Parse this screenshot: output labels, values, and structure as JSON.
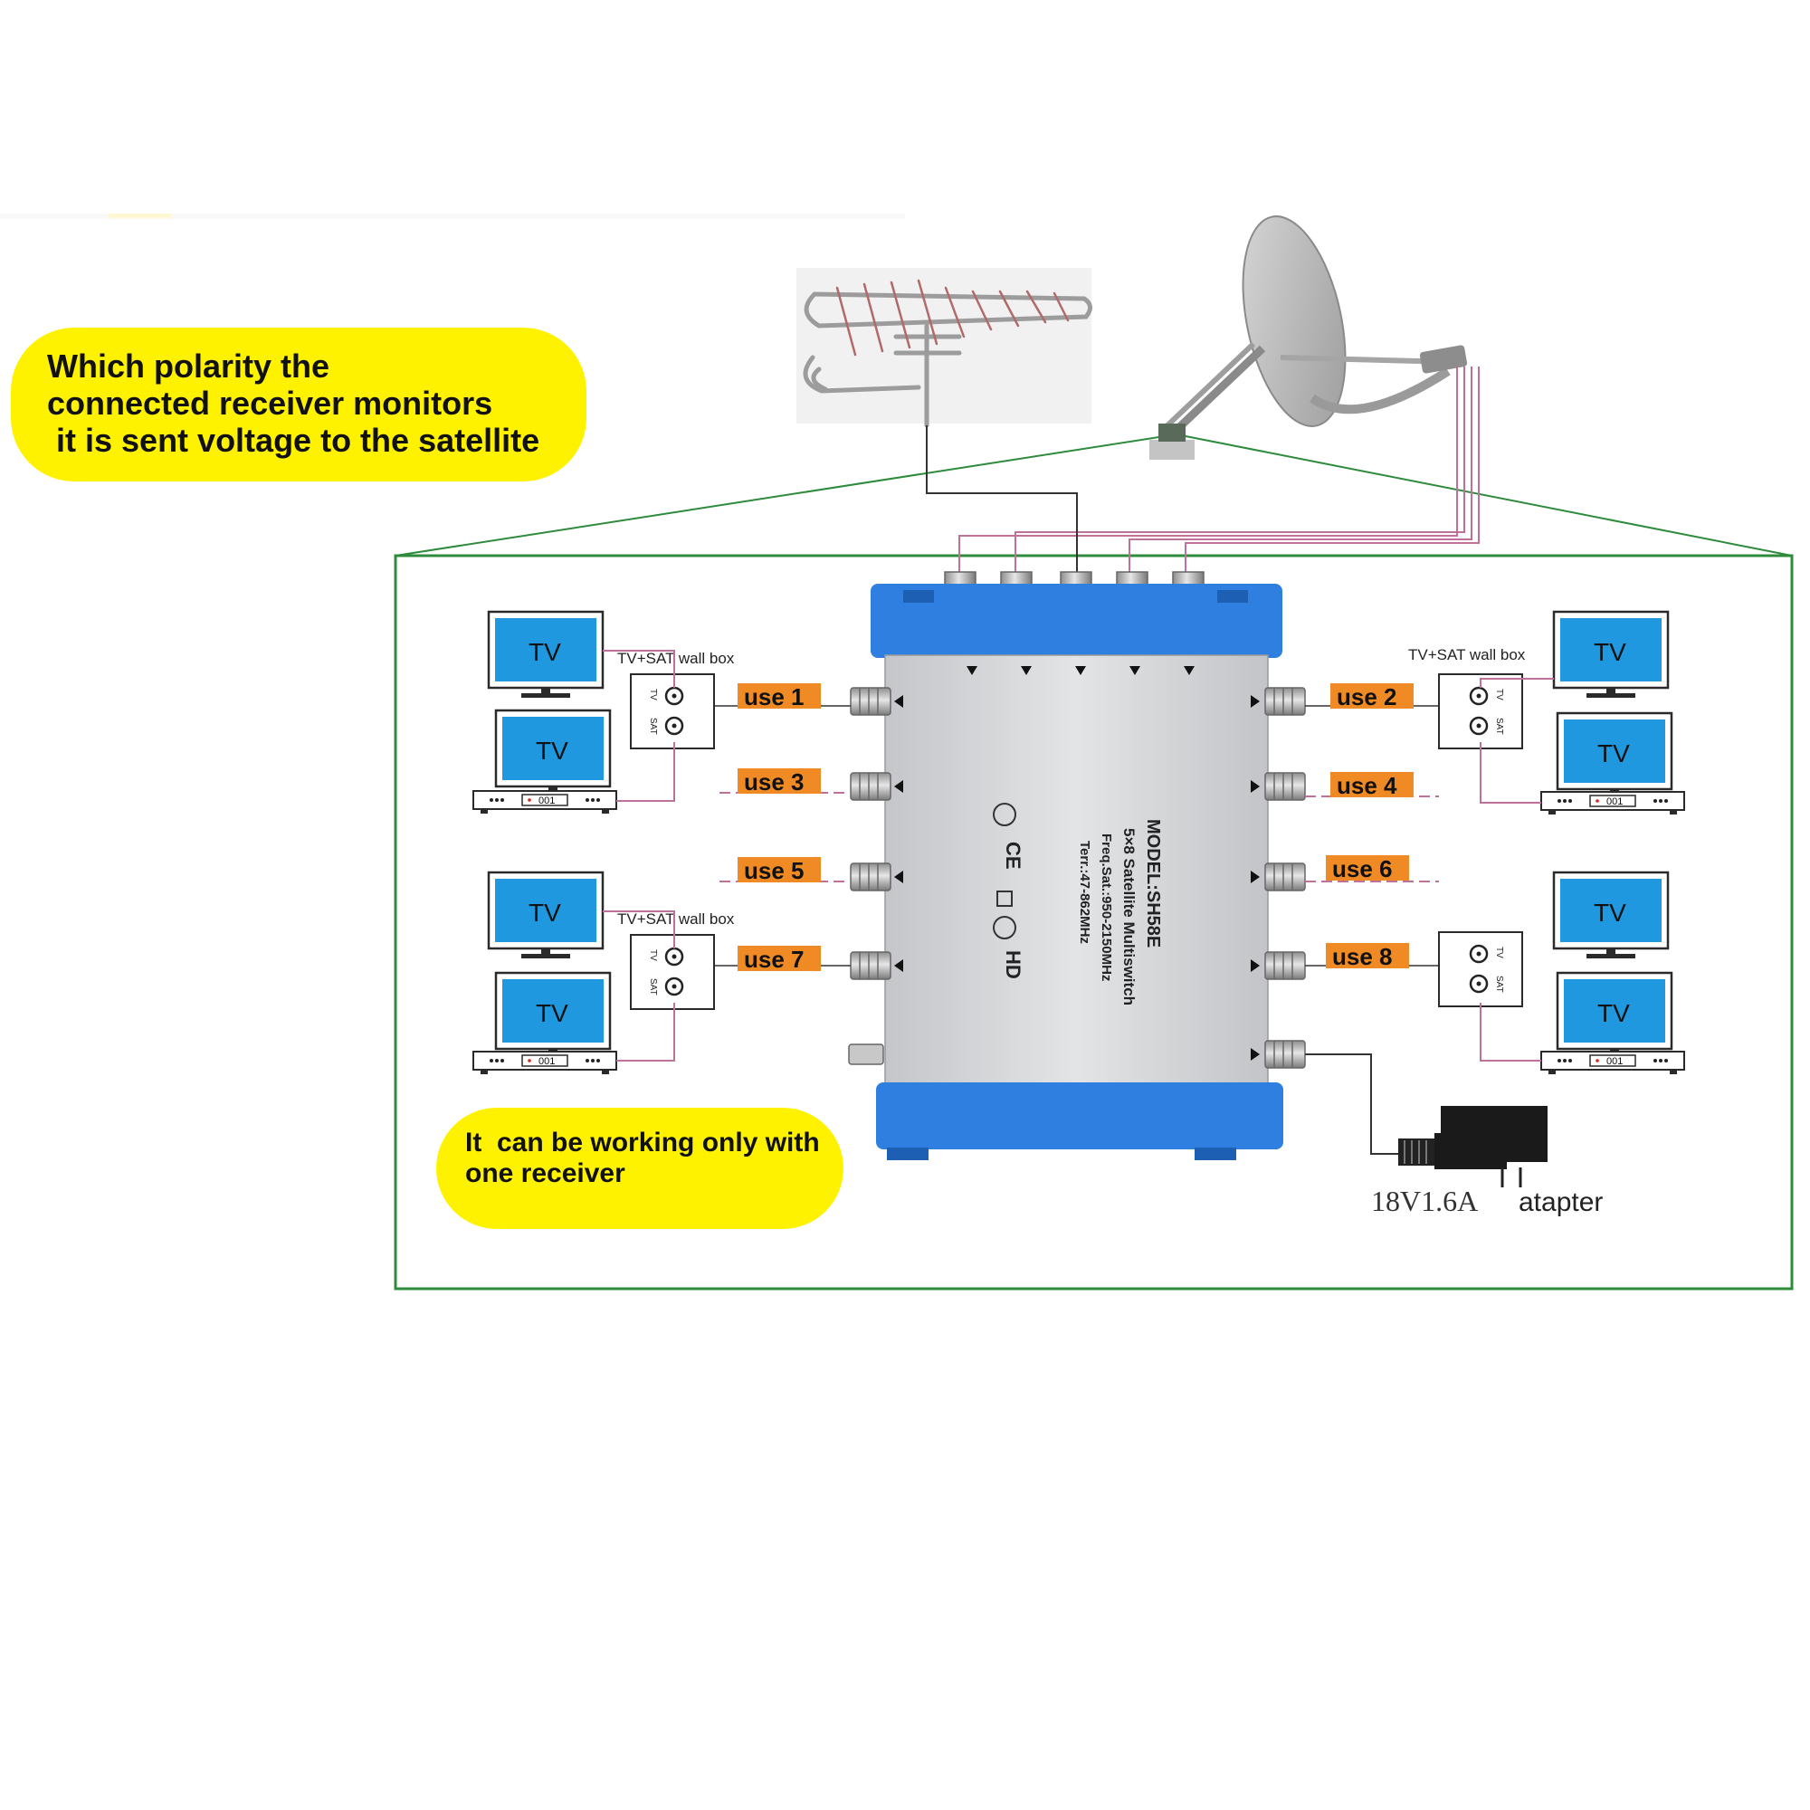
{
  "callout_top": {
    "lines": [
      "Which polarity the",
      "connected receiver monitors",
      " it is sent voltage to the satellite"
    ]
  },
  "callout_bottom": {
    "lines": [
      "It  can be working only with",
      "one receiver"
    ]
  },
  "multiswitch": {
    "model": "MODEL:SH58E",
    "name": "5×8 Satellite Multiswitch",
    "freq_sat": "Freq.Sat.:950-2150MHz",
    "freq_terr": "Terr.:47-862MHz",
    "marks": [
      "CE",
      "HD"
    ]
  },
  "outputs": [
    "use 1",
    "use 2",
    "use 3",
    "use 4",
    "use 5",
    "use 6",
    "use 7",
    "use 8"
  ],
  "tv_label": "TV",
  "receiver_display": "001",
  "wall_box": {
    "label": "TV+SAT wall box",
    "tv": "TV",
    "sat": "SAT"
  },
  "adapter": {
    "rating": "18V1.6A",
    "label": "atapter"
  },
  "colors": {
    "callout": "#fff200",
    "switch_body": "#2f7fe0",
    "output_tag": "#f08a24",
    "tv_screen": "#1f98e0",
    "frame": "#2e8b3c",
    "cable_pink": "#b04a7a"
  },
  "icons": [
    "uhf-antenna-icon",
    "satellite-dish-icon",
    "tv-icon",
    "receiver-icon",
    "wall-box-icon",
    "power-adapter-icon"
  ]
}
